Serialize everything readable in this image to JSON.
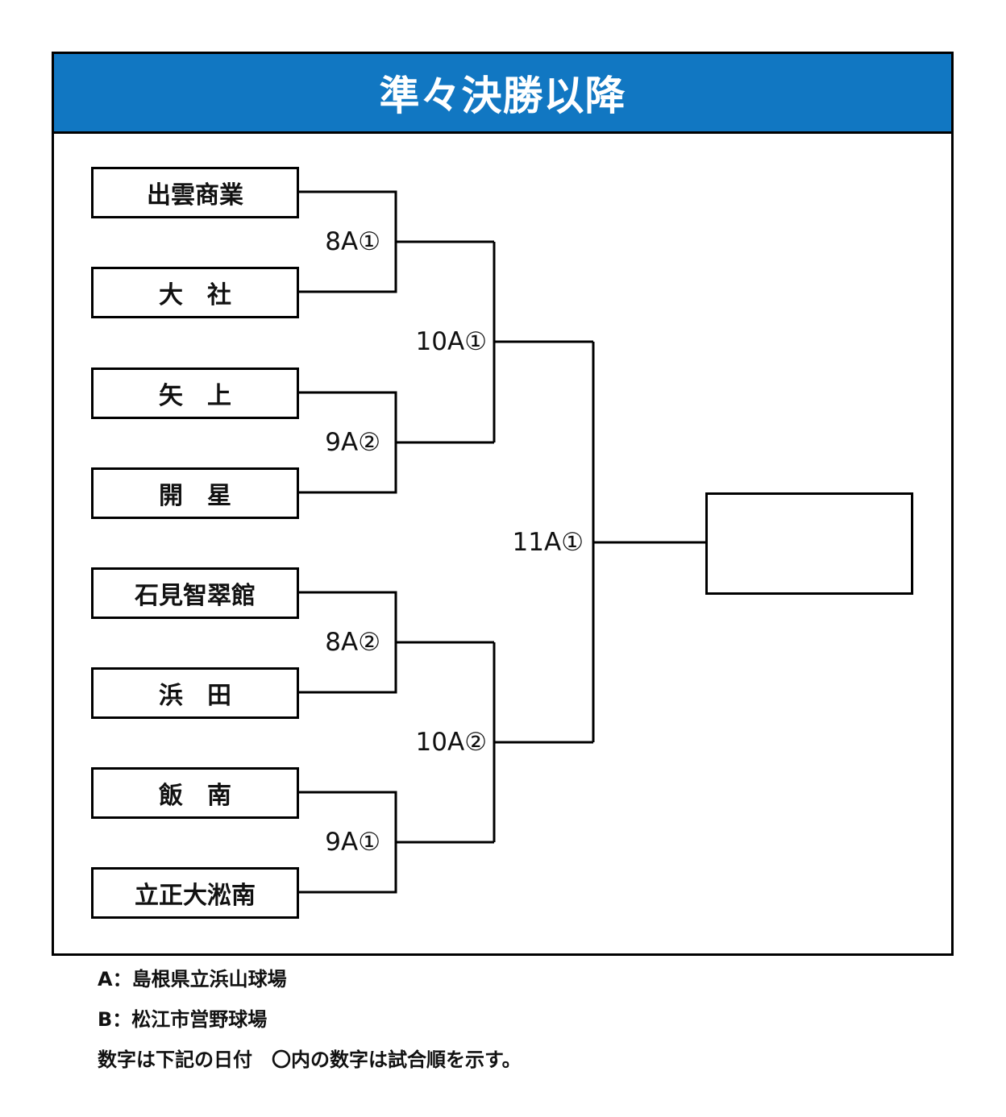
{
  "title": "準々決勝以降",
  "teams": [
    "出雲商業",
    "大　社",
    "矢　上",
    "開　星",
    "石見智翠館",
    "浜　田",
    "飯　南",
    "立正大淞南"
  ],
  "games": {
    "r1": [
      "8A①",
      "9A②",
      "8A②",
      "9A①"
    ],
    "r2": [
      "10A①",
      "10A②"
    ],
    "final": "11A①"
  },
  "notes": [
    "A：島根県立浜山球場",
    "B：松江市営野球場",
    "数字は下記の日付　〇内の数字は試合順を示す。"
  ],
  "colors": {
    "header": "#1177c2",
    "line": "#000000"
  }
}
